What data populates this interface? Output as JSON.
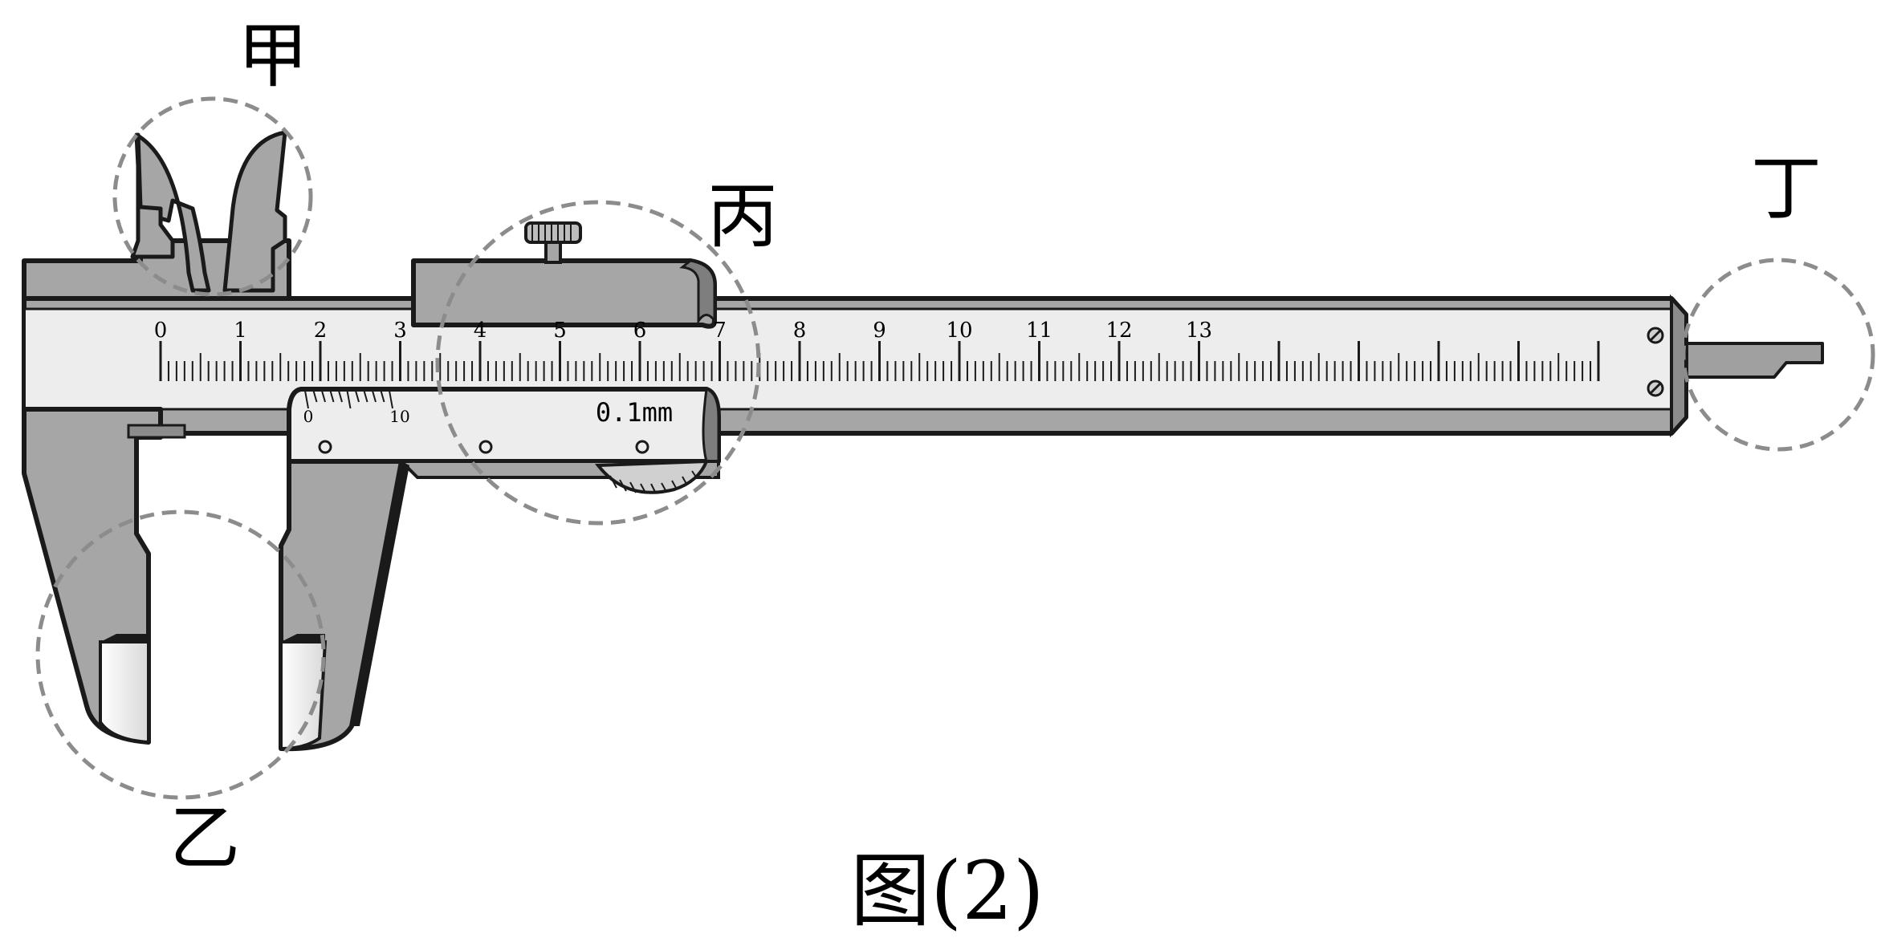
{
  "labels": {
    "jia": "甲",
    "yi": "乙",
    "bing": "丙",
    "ding": "丁",
    "caption": "图(2)"
  },
  "main_scale": {
    "numbers": [
      "0",
      "1",
      "2",
      "3",
      "4",
      "5",
      "6",
      "7",
      "8",
      "9",
      "10",
      "11",
      "12",
      "13"
    ]
  },
  "vernier": {
    "start_label": "0",
    "end_label": "10",
    "precision": "0.1mm"
  },
  "colors": {
    "body": "#a6a6a6",
    "scale_face": "#ededed",
    "outline": "#1a1a1a",
    "dashed_circle": "#8c8c8c"
  }
}
